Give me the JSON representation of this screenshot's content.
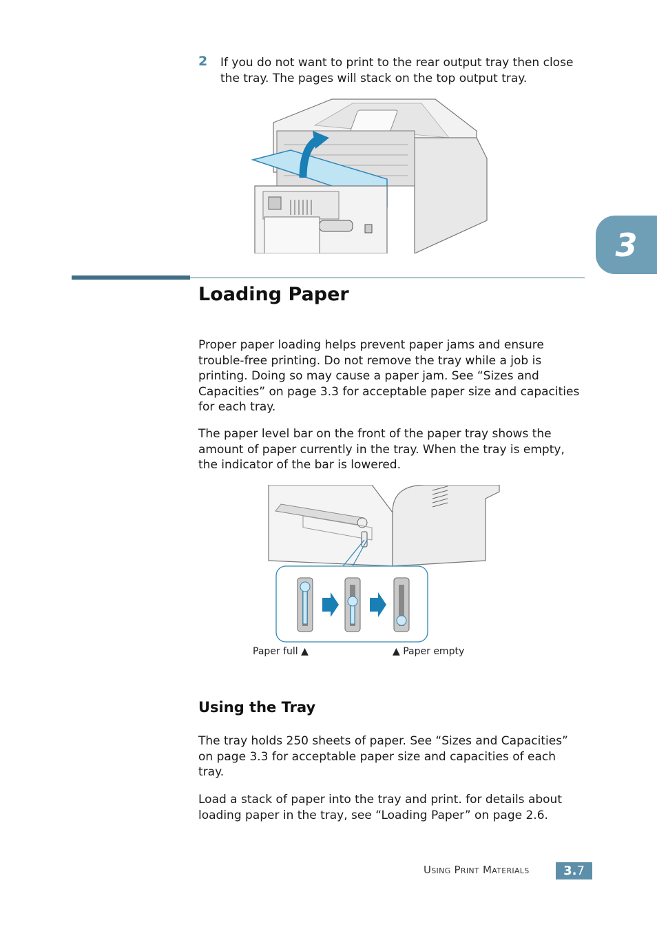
{
  "step": {
    "number": "2",
    "line1": "If you do not want to print to the rear output tray then close",
    "line2": "the tray. The pages will stack on the top output tray."
  },
  "chapter_tab": "3",
  "section": {
    "title": "Loading Paper",
    "para1": [
      "Proper paper loading helps prevent paper jams and ensure",
      "trouble-free printing. Do not remove the tray while a job is",
      "printing. Doing so may cause a paper jam. See “Sizes and",
      "Capacities” on page 3.3 for acceptable paper size and capacities",
      "for each tray."
    ],
    "para2": [
      "The paper level bar on the front of the paper tray shows the",
      "amount of paper currently in the tray. When the tray is empty,",
      "the indicator of the bar is lowered."
    ]
  },
  "figure2": {
    "caption_full": "Paper full ▲",
    "caption_empty": "▲ Paper empty"
  },
  "subsection": {
    "title": "Using the Tray",
    "para1": [
      "The tray holds 250 sheets of paper. See “Sizes and Capacities”",
      "on page 3.3 for acceptable paper size and capacities of each",
      "tray."
    ],
    "para2": [
      "Load a stack of paper into the tray and print. for details about",
      "loading paper in the tray, see “Loading Paper” on page 2.6."
    ]
  },
  "footer": {
    "label": "Using Print Materials",
    "page_prefix": "3.",
    "page_number": "7"
  },
  "colors": {
    "accent": "#4a86a5",
    "tab": "#6e9fb7",
    "rule": "#3f6f86"
  }
}
